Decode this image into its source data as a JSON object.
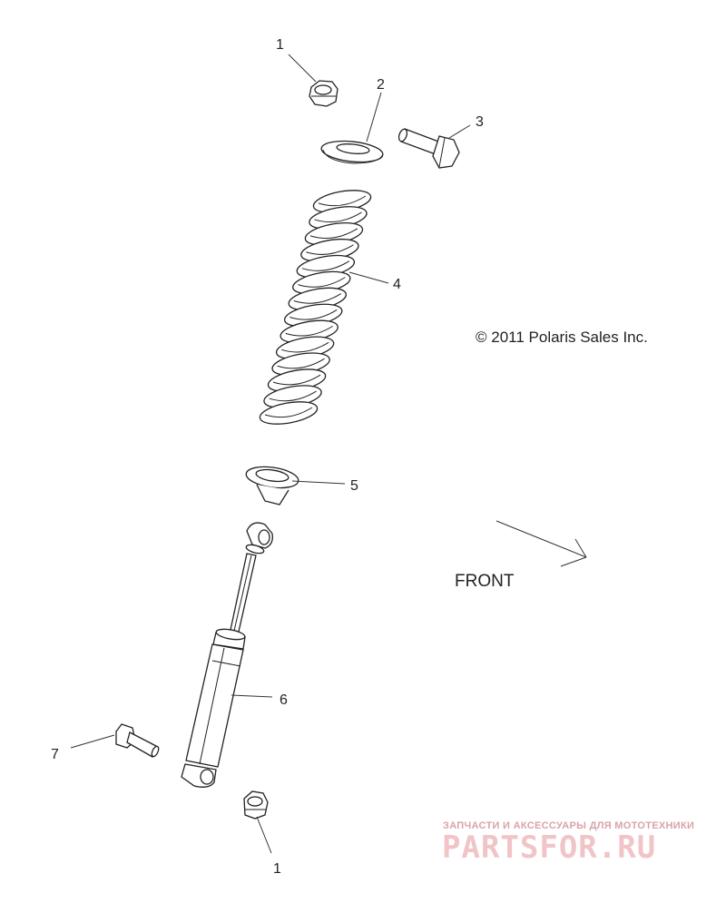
{
  "callouts": {
    "c1_top": "1",
    "c2": "2",
    "c3": "3",
    "c4": "4",
    "c5": "5",
    "c6": "6",
    "c7": "7",
    "c1_bottom": "1"
  },
  "copyright": "© 2011 Polaris Sales Inc.",
  "direction_label": "FRONT",
  "watermark": {
    "tagline": "ЗАПЧАСТИ И АКСЕССУАРЫ ДЛЯ МОТОТЕХНИКИ",
    "brand": "PARTSFOR.RU"
  }
}
